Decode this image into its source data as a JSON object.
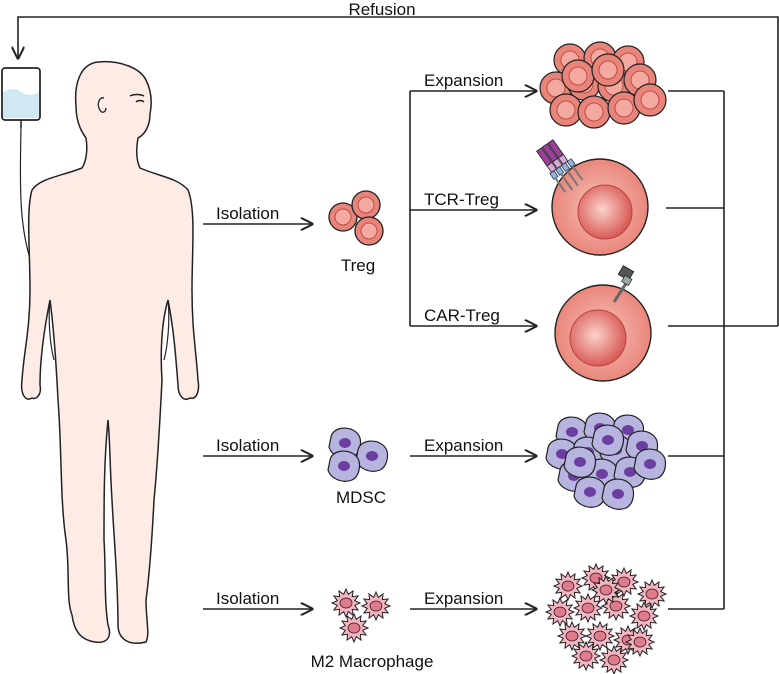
{
  "labels": {
    "refusion": "Refusion",
    "treg_isolation": "Isolation",
    "treg": "Treg",
    "treg_expansion": "Expansion",
    "tcr_treg": "TCR-Treg",
    "car_treg": "CAR-Treg",
    "mdsc_isolation": "Isolation",
    "mdsc": "MDSC",
    "mdsc_expansion": "Expansion",
    "m2_isolation": "Isolation",
    "m2": "M2 Macrophage",
    "m2_expansion": "Expansion"
  },
  "colors": {
    "treg_outer": "#e8847a",
    "treg_inner": "#f4a9a0",
    "treg_nucleus": "#d9534f",
    "mdsc_body": "#b8b4e0",
    "mdsc_nucleus": "#6a3fa0",
    "m2_body": "#f5b5c0",
    "m2_nucleus": "#e07a8c",
    "body_fill": "#fdebe6",
    "iv_fluid": "#cfe8f2",
    "line": "#222222"
  },
  "icons": [
    "iv-bag-icon",
    "human-body-icon",
    "tcr-receptor-icon",
    "car-receptor-icon"
  ]
}
